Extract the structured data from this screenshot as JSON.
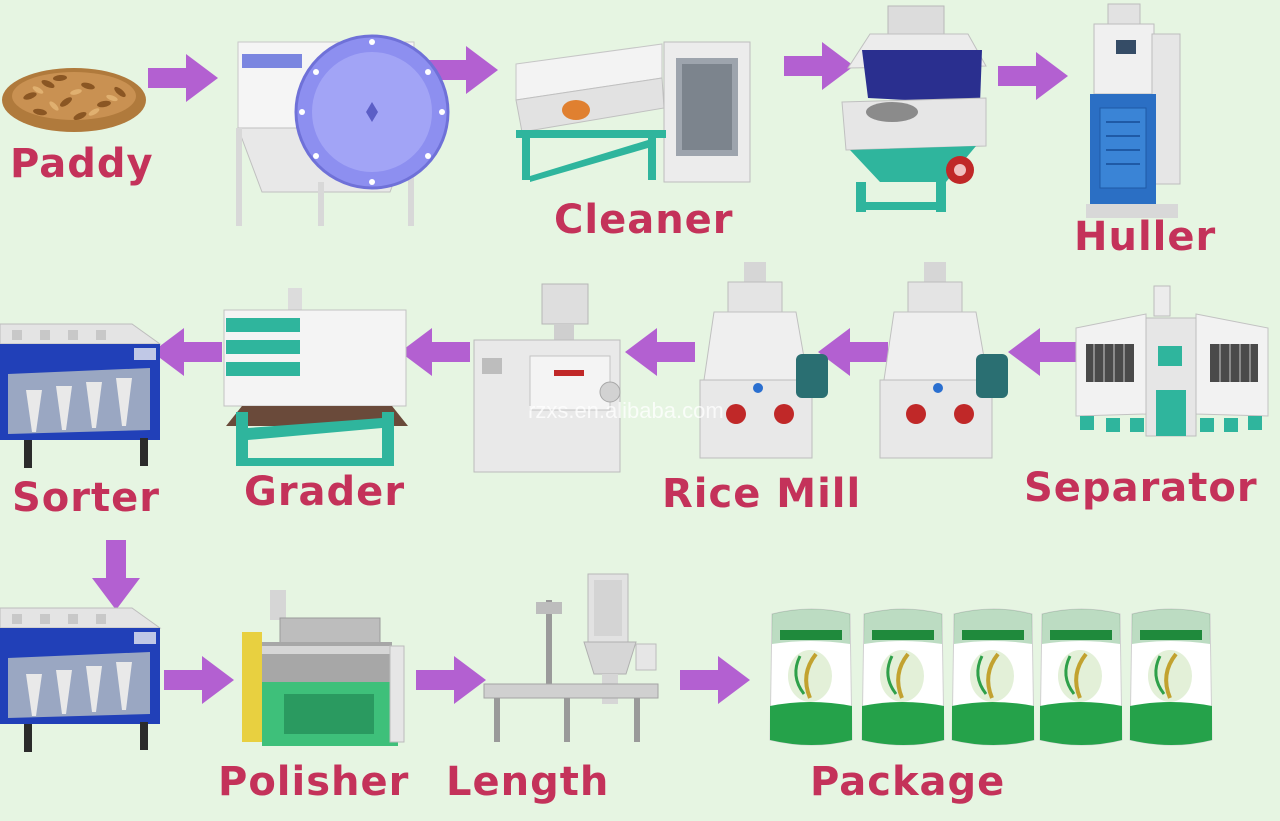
{
  "watermark": "rzxs.en.alibaba.com",
  "colors": {
    "background": "#e6f5e2",
    "label": "#c4325a",
    "arrow": "#b360d1",
    "machine_white": "#f4f4f4",
    "frame_teal": "#2fb59d",
    "sorter_blue": "#2140b8",
    "bag_green": "#25a24a"
  },
  "steps": [
    {
      "id": "paddy",
      "label": "Paddy",
      "icon": "grain-pile-icon"
    },
    {
      "id": "cleaner",
      "label": "Cleaner",
      "icon": "cleaner-machine-icon"
    },
    {
      "id": "huller",
      "label": "Huller",
      "icon": "huller-machine-icon"
    },
    {
      "id": "separator",
      "label": "Separator",
      "icon": "separator-machine-icon"
    },
    {
      "id": "rice-mill",
      "label": "Rice Mill",
      "icon": "rice-mill-machine-icon"
    },
    {
      "id": "grader",
      "label": "Grader",
      "icon": "grader-machine-icon"
    },
    {
      "id": "sorter",
      "label": "Sorter",
      "icon": "color-sorter-machine-icon"
    },
    {
      "id": "polisher",
      "label": "Polisher",
      "icon": "polisher-machine-icon"
    },
    {
      "id": "length",
      "label": "Length",
      "icon": "packing-scale-machine-icon"
    },
    {
      "id": "package",
      "label": "Package",
      "icon": "rice-bag-icon"
    }
  ],
  "flow": [
    "paddy",
    "cleaner",
    "huller",
    "separator",
    "rice-mill",
    "grader",
    "sorter",
    "polisher",
    "length",
    "package"
  ]
}
